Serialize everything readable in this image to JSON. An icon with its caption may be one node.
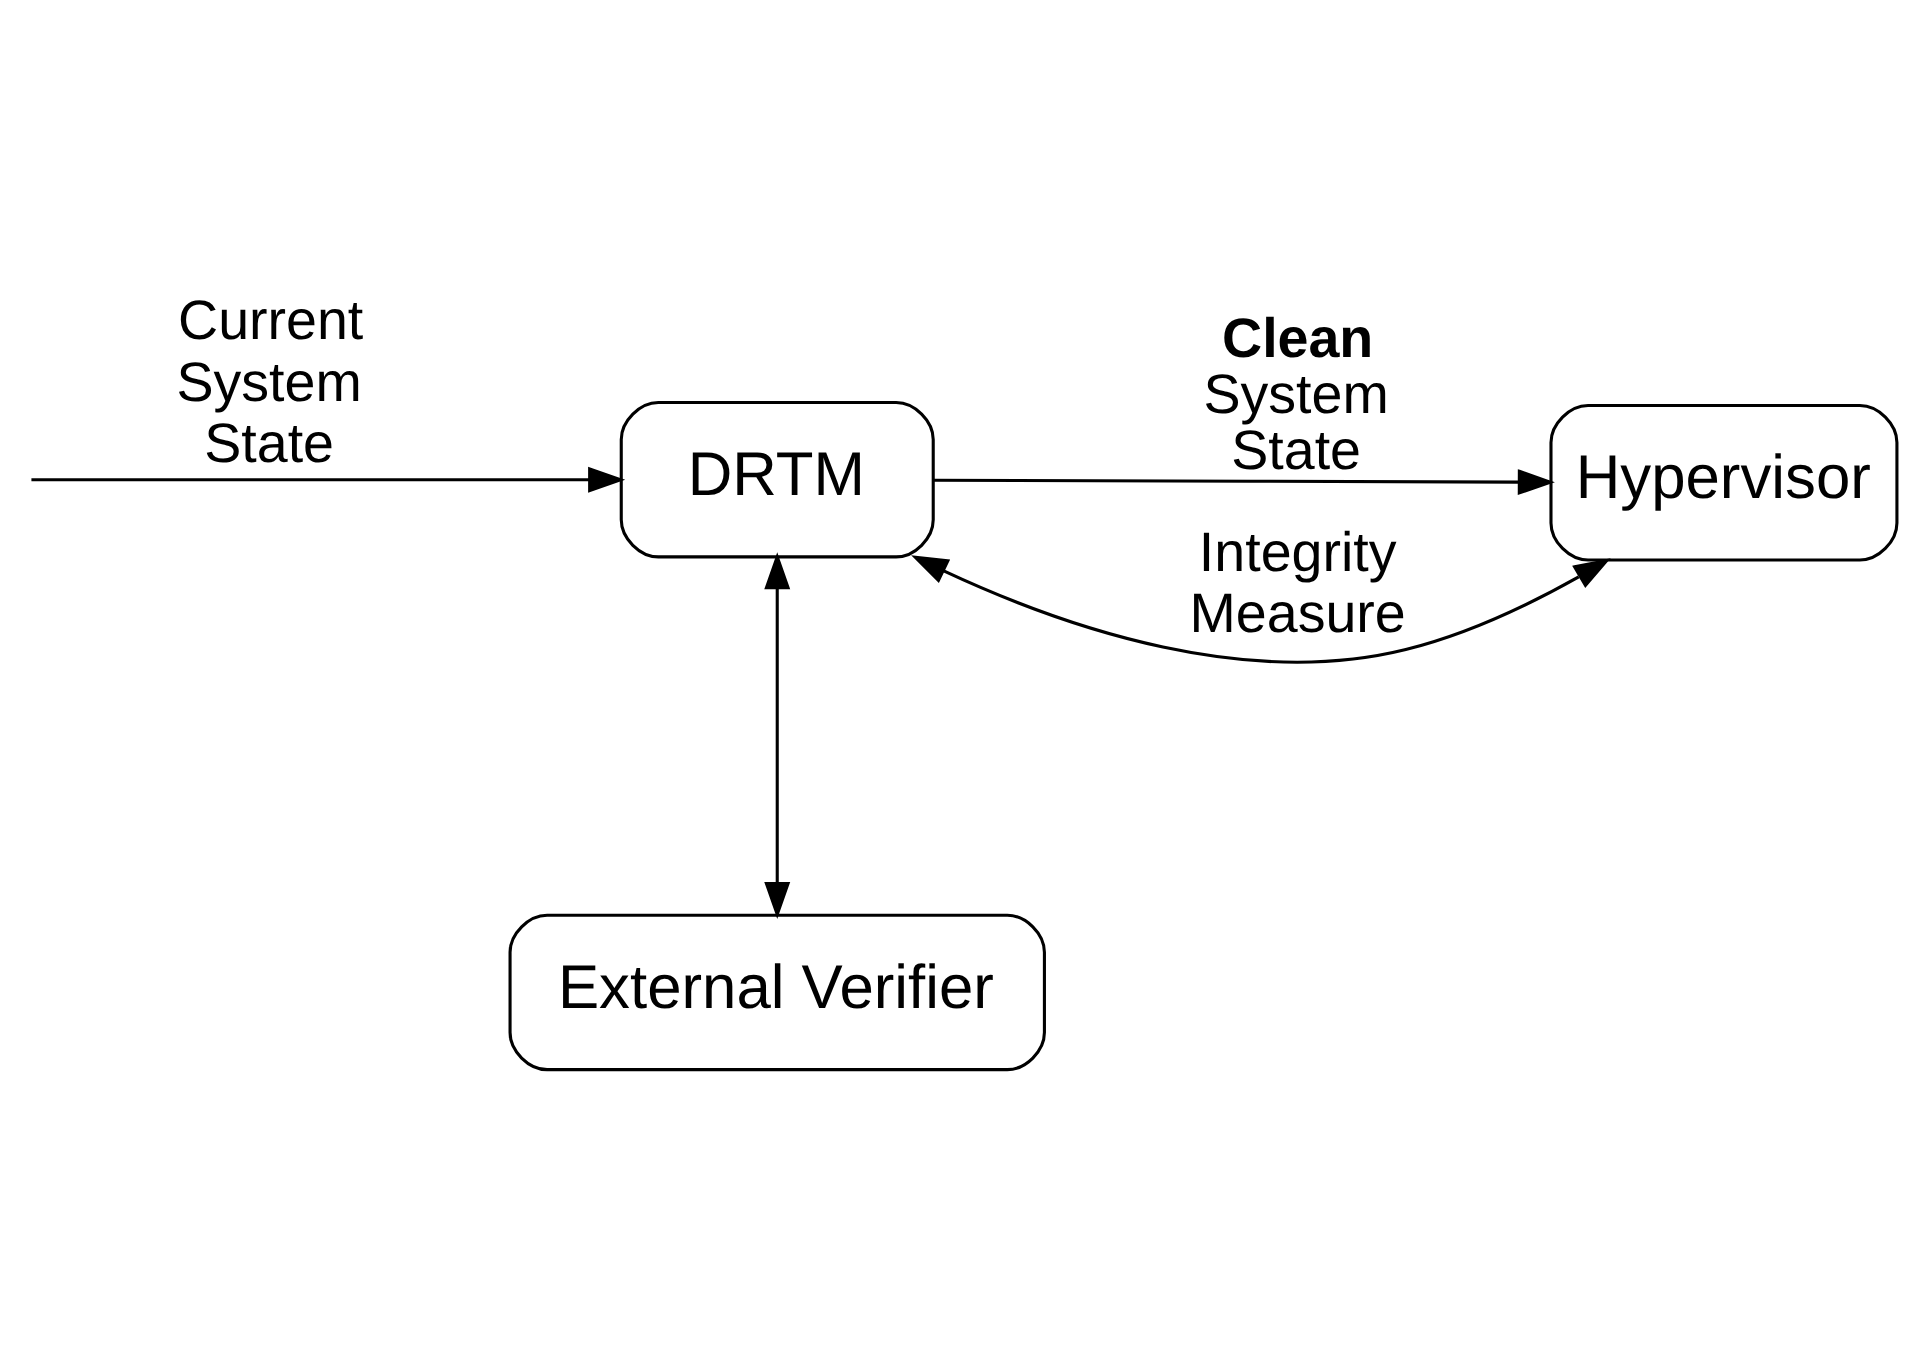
{
  "diagram": {
    "nodes": [
      {
        "text": [
          "DRTM"
        ]
      },
      {
        "text": [
          "Hypervisor"
        ]
      },
      {
        "text": [
          "External Verifier"
        ]
      }
    ],
    "edges": [
      {
        "from": null,
        "to": 0,
        "arrow": "to",
        "label": "Current System State"
      },
      {
        "from": 0,
        "to": 1,
        "arrow": "to",
        "label": "**Clean** System State"
      },
      {
        "from": 1,
        "to": 0,
        "arrow": "both",
        "label": "Integrity Measure"
      },
      {
        "from": 0,
        "to": 2,
        "arrow": "both"
      }
    ]
  }
}
